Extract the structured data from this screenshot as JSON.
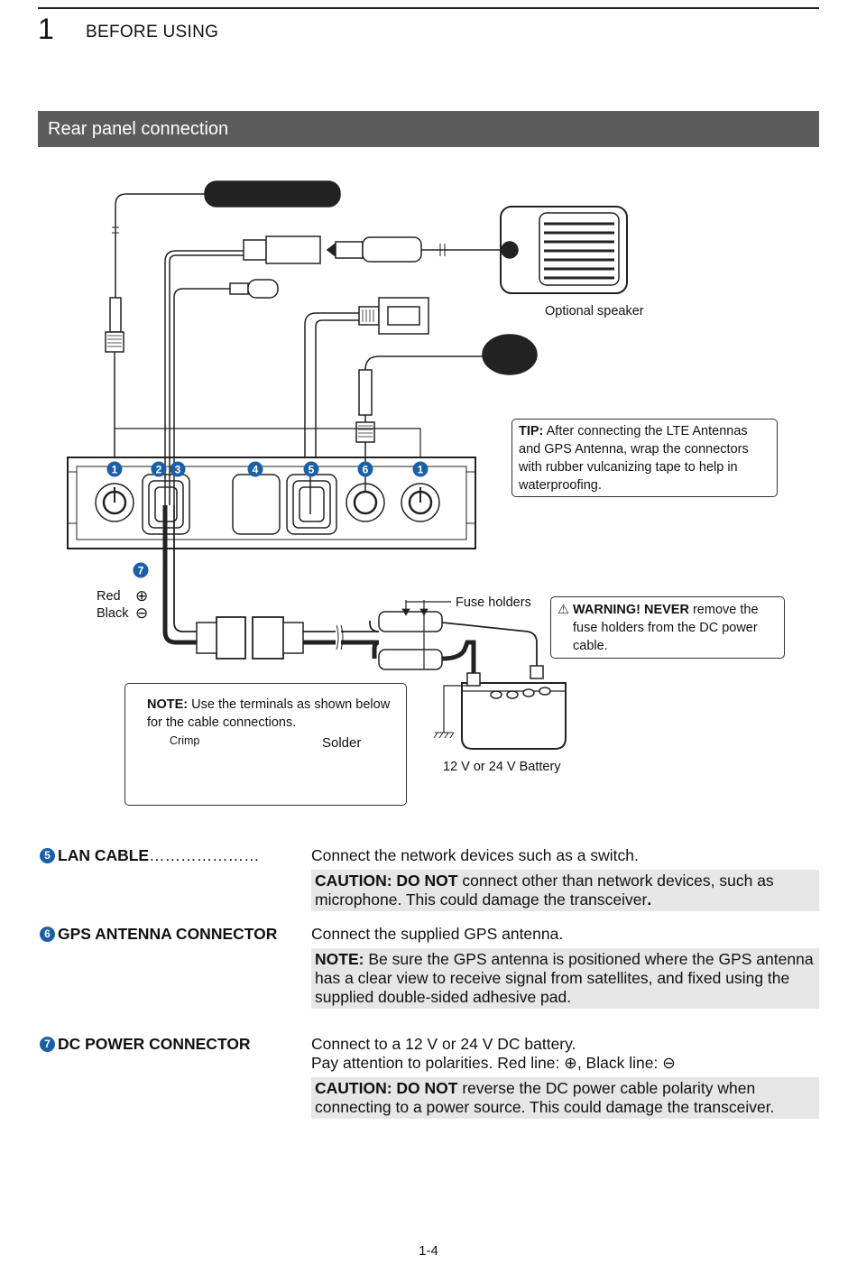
{
  "header": {
    "chapter_number": "1",
    "chapter_title": "BEFORE USING"
  },
  "section": {
    "title": "Rear panel connection"
  },
  "diagram": {
    "connector_numbers": [
      "1",
      "2",
      "3",
      "4",
      "5",
      "6",
      "1"
    ],
    "power_number": "7",
    "optional_speaker": "Optional speaker",
    "red_label": "Red",
    "black_label": "Black",
    "plus_symbol": "⊕",
    "minus_symbol": "⊖",
    "fuse_holders": "Fuse holders",
    "battery": "12 V or 24 V Battery",
    "tip": {
      "lead": "TIP:",
      "text": "After connecting the LTE Antennas and GPS Antenna, wrap the connectors with rubber vulcanizing tape to help in waterproofing."
    },
    "warning": {
      "icon": "⚠",
      "lead": "WARNING! NEVER",
      "text1": "remove the",
      "text2": "fuse holders from the DC power cable."
    },
    "note": {
      "lead": "NOTE:",
      "text": "Use the terminals as shown below for the cable connections.",
      "crimp": "Crimp",
      "solder": "Solder"
    }
  },
  "items": [
    {
      "number": "5",
      "title": "LAN CABLE",
      "leader": "…………………",
      "desc": "Connect the network devices such as a switch.",
      "box_lead": "CAUTION: DO NOT",
      "box_text": "connect other than network devices, such as microphone. This could damage the transceiver",
      "box_end": "."
    },
    {
      "number": "6",
      "title": "GPS ANTENNA CONNECTOR",
      "desc": "Connect the supplied GPS antenna.",
      "box_lead": "NOTE:",
      "box_text": "Be sure the GPS antenna is positioned where the GPS antenna has a clear view to receive signal from satellites, and fixed using the supplied double-sided adhesive pad."
    },
    {
      "number": "7",
      "title": "DC POWER CONNECTOR",
      "desc1": "Connect to a 12 V or 24 V DC battery.",
      "desc2": "Pay attention to polarities. Red line: ⊕, Black line: ⊖",
      "box_lead": "CAUTION: DO NOT",
      "box_text": "reverse the DC power cable polarity when connecting to a power source. This could damage the transceiver."
    }
  ],
  "footer": {
    "page_number": "1-4"
  }
}
